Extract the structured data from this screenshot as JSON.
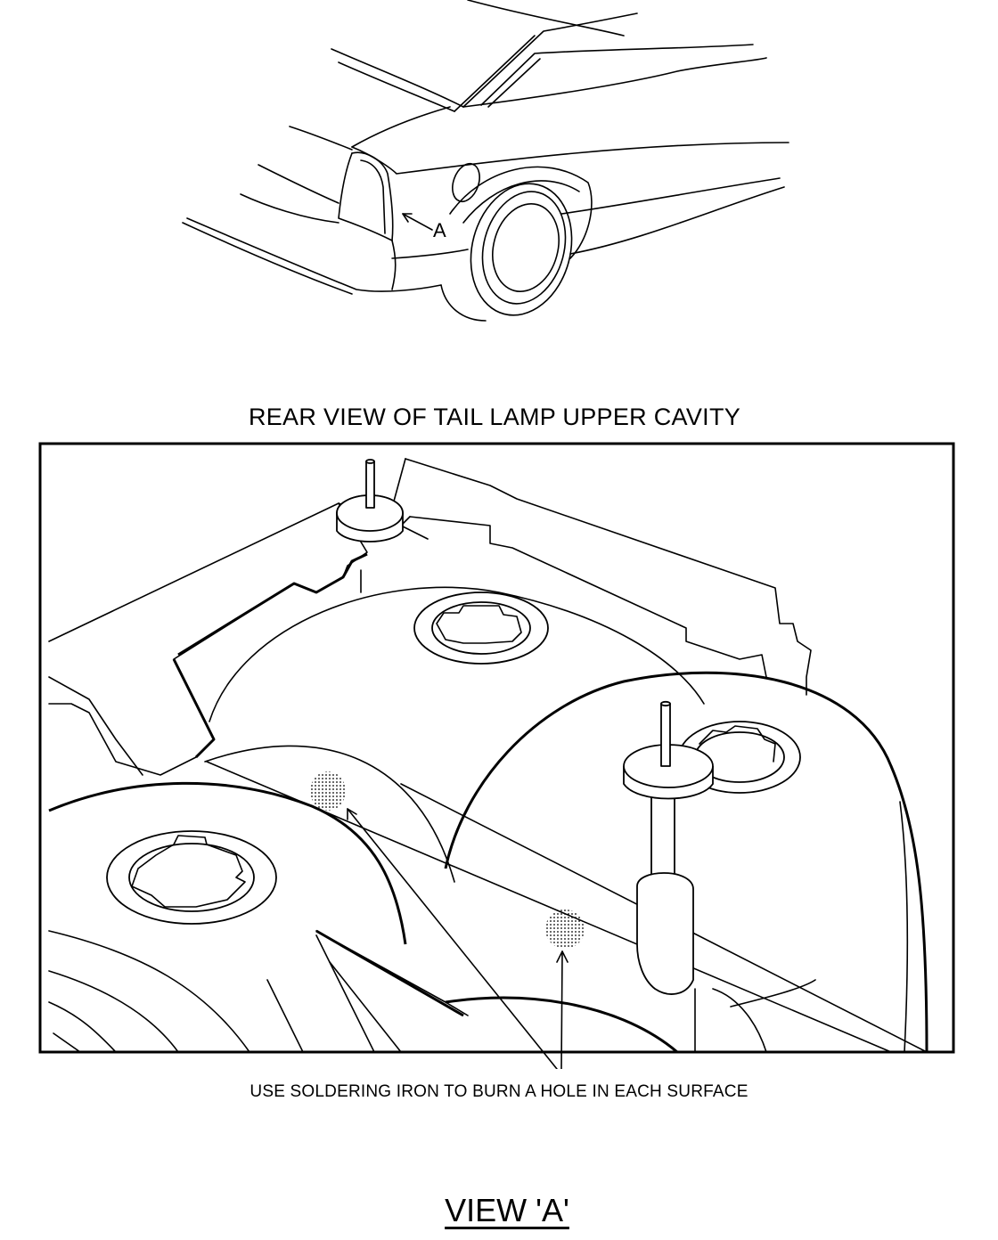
{
  "diagram": {
    "callout_a": "A",
    "section_title": "REAR VIEW OF TAIL LAMP UPPER CAVITY",
    "caption": "USE SOLDERING IRON TO BURN A HOLE IN EACH SURFACE",
    "view_label": "VIEW 'A'"
  },
  "icons": {
    "car": "car-rear-quarter-illustration",
    "cavity": "tail-lamp-cavity-illustration",
    "marks": "dotted-hole-marks"
  }
}
